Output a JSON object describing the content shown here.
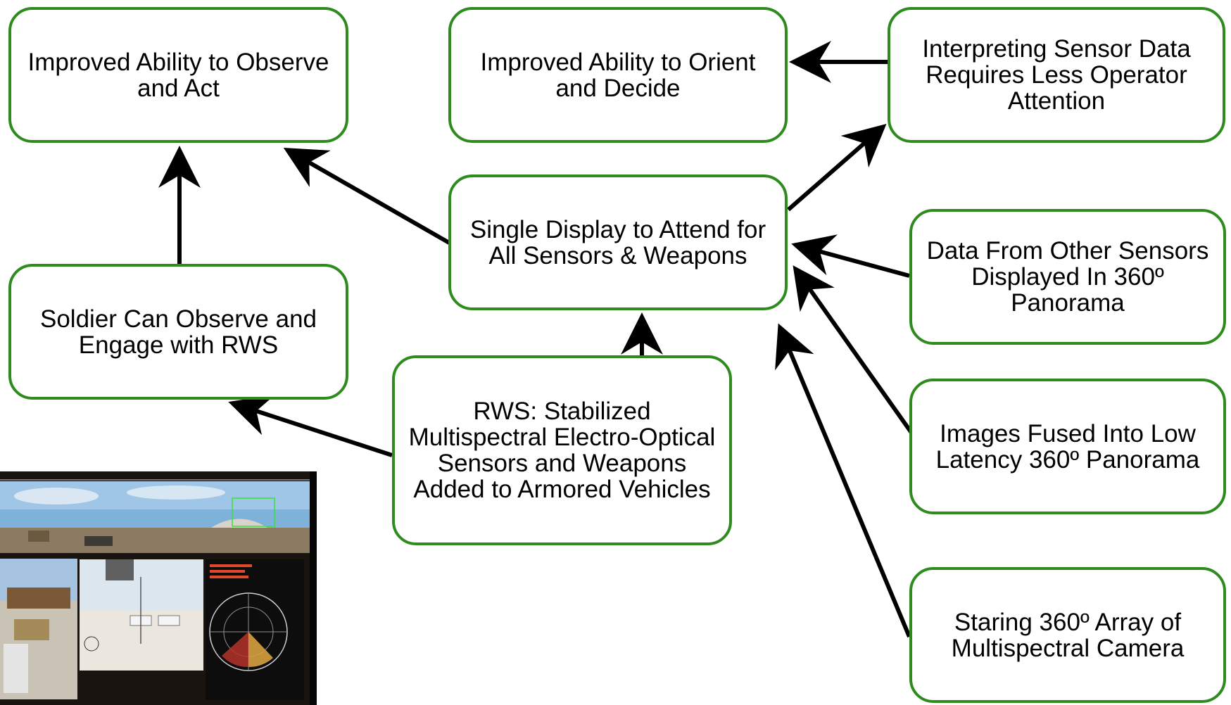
{
  "nodes": {
    "observe_act": "Improved Ability to Observe and Act",
    "orient_decide": "Improved Ability to Orient and Decide",
    "interpreting": "Interpreting Sensor Data Requires Less Operator Attention",
    "single_display": "Single Display to Attend for All Sensors & Weapons",
    "data_other": "Data From Other Sensors Displayed In 360º Panorama",
    "soldier": "Soldier Can Observe and Engage with RWS",
    "rws": "RWS:  Stabilized Multispectral Electro-Optical Sensors and Weapons Added to Armored Vehicles",
    "images_fused": "Images Fused Into Low Latency 360º Panorama",
    "staring": "Staring 360º Array of Multispectral Camera"
  },
  "edges": [
    {
      "from": "soldier",
      "to": "observe_act"
    },
    {
      "from": "single_display",
      "to": "observe_act"
    },
    {
      "from": "interpreting",
      "to": "orient_decide"
    },
    {
      "from": "single_display",
      "to": "interpreting"
    },
    {
      "from": "data_other",
      "to": "single_display"
    },
    {
      "from": "images_fused",
      "to": "single_display"
    },
    {
      "from": "staring",
      "to": "single_display"
    },
    {
      "from": "rws",
      "to": "single_display"
    },
    {
      "from": "rws",
      "to": "soldier"
    }
  ],
  "colors": {
    "box_border": "#2e8b1e",
    "arrow": "#000000"
  },
  "photo": {
    "description_icon": "display-screen-photo"
  }
}
